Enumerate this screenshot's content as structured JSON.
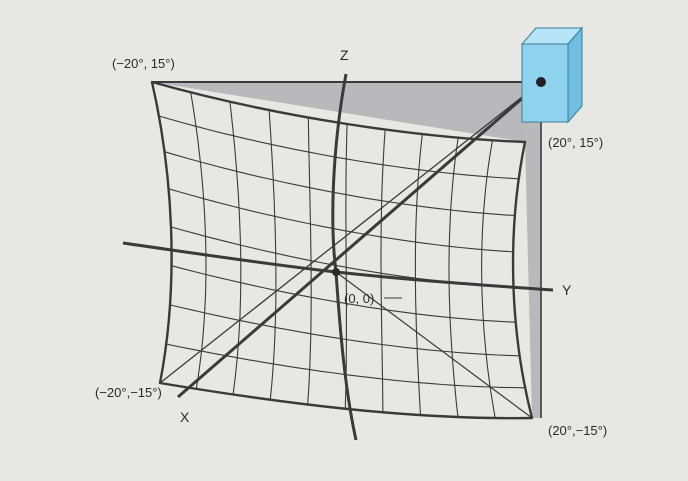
{
  "labels": {
    "corner_top_left": "(−20°, 15°)",
    "corner_top_right": "(20°, 15°)",
    "corner_bottom_left": "(−20°,−15°)",
    "corner_bottom_right": "(20°,−15°)",
    "origin": "(0, 0)",
    "axis_x": "X",
    "axis_y": "Y",
    "axis_z": "Z"
  },
  "colors": {
    "background": "#e7e8e3",
    "line": "#3a3a3a",
    "shade": "#aaaaaf",
    "camera_front": "#8fd3ef",
    "camera_side": "#6fbfe0",
    "camera_top": "#b5e4f6",
    "camera_stroke": "#3b7e9a"
  },
  "icons": {
    "camera": "camera-box-icon"
  }
}
